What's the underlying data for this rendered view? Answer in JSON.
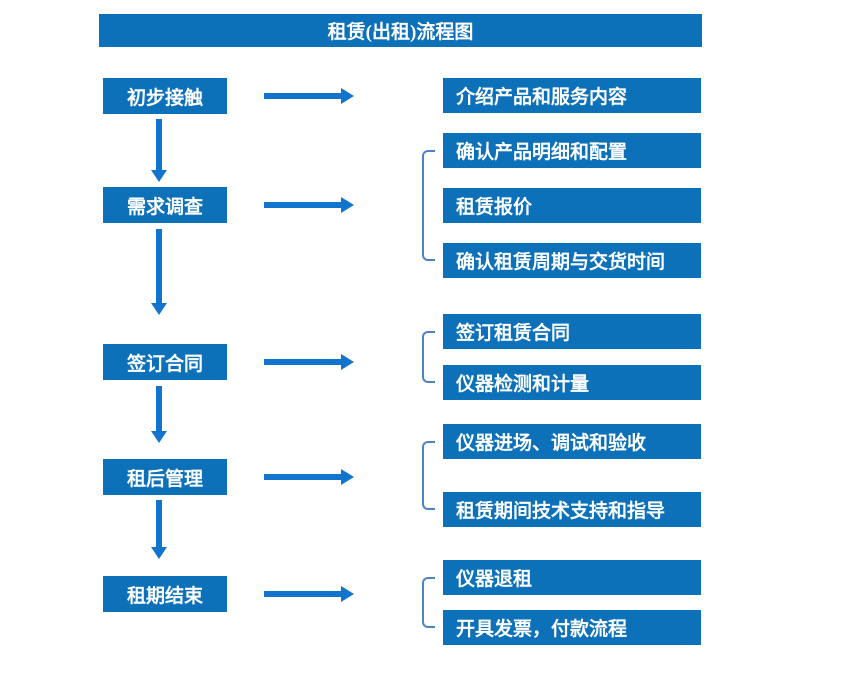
{
  "title": "租赁(出租)流程图",
  "colors": {
    "box_fill": "#0d71ba",
    "arrow": "#1374cd",
    "bracket": "#4d82c6",
    "text": "#ffffff",
    "background": "#ffffff"
  },
  "steps": [
    {
      "label": "初步接触",
      "details": [
        "介绍产品和服务内容"
      ]
    },
    {
      "label": "需求调查",
      "details": [
        "确认产品明细和配置",
        "租赁报价",
        "确认租赁周期与交货时间"
      ]
    },
    {
      "label": "签订合同",
      "details": [
        "签订租赁合同",
        "仪器检测和计量"
      ]
    },
    {
      "label": "租后管理",
      "details": [
        "仪器进场、调试和验收",
        "租赁期间技术支持和指导"
      ]
    },
    {
      "label": "租期结束",
      "details": [
        "仪器退租",
        "开具发票，付款流程"
      ]
    }
  ]
}
